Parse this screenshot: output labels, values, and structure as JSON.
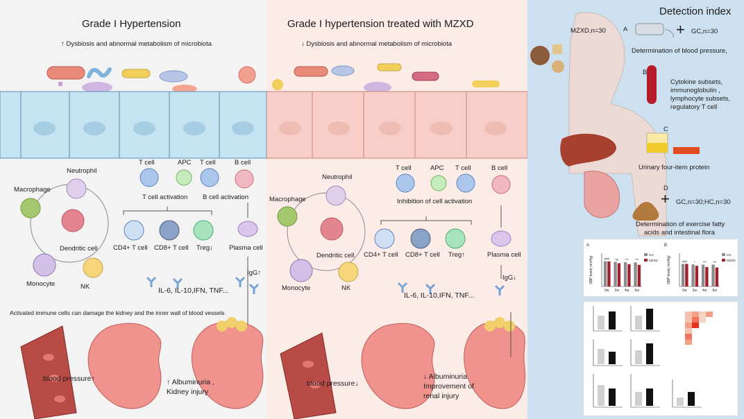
{
  "left": {
    "title": "Grade I Hypertension",
    "subtitle": "↑ Dysbiosis and abnormal metabolism of microbiota",
    "cells": {
      "neutrophil": "Neutrophil",
      "macrophage": "Macrophage",
      "dendritic": "Dendritic cell",
      "monocyte": "Monocyte",
      "nk": "NK",
      "t_cell_1": "T cell",
      "apc": "APC",
      "t_cell_2": "T cell",
      "b_cell": "B cell",
      "cd4": "CD4+ T cell",
      "cd8": "CD8+ T cell",
      "treg": "Treg↓",
      "plasma": "Plasma cell"
    },
    "t_activation": "T cell activation",
    "b_activation": "B cell activation",
    "igg": "IgG↑",
    "cytokines": "IL-6, IL-10,IFN, TNF...",
    "damage_note": "Activated immune cells can damage the kidney and the inner wall of blood vessels",
    "blood_pressure": "blood pressure↑",
    "albuminuria": "↑ Albuminuria ,",
    "kidney_injury": "Kidney injury"
  },
  "middle": {
    "title": "Grade I hypertension treated with MZXD",
    "subtitle": "↓ Dysbiosis and abnormal metabolism of microbiota",
    "cells": {
      "neutrophil": "Neutrophil",
      "macrophage": "Macrophage",
      "dendritic": "Dendritic cell",
      "monocyte": "Monocyte",
      "nk": "NK",
      "t_cell_1": "T cell",
      "apc": "APC",
      "t_cell_2": "T cell",
      "b_cell": "B cell",
      "cd4": "CD4+ T cell",
      "cd8": "CD8+ T cell",
      "treg": "Treg↑",
      "plasma": "Plasma cell"
    },
    "inhibition": "Inhibition of cell activation",
    "igg": "IgG↓",
    "cytokines": "IL-6, IL-10,IFN, TNF...",
    "blood_pressure": "blood pressure↓",
    "albuminuria": "↓ Albuminuria",
    "improvement_1": "Improvement of",
    "improvement_2": "renal injury"
  },
  "right": {
    "title": "Detection index",
    "mzxd_group": "MZXD,n=30",
    "a_letter": "A",
    "plus_a": "+",
    "gc_a": "GC,n=30",
    "a_text": "Determination of blood pressure,",
    "b_letter": "B",
    "b_lines": [
      "Cytokine subsets,",
      "immunoglobulin ,",
      "lymphocyte subsets,",
      "regulatory T cell"
    ],
    "c_letter": "C",
    "c_text": "Urinary four-item protein",
    "d_letter": "D",
    "plus_d": "+",
    "gc_d": "GC,n=30;HC,n=30",
    "d_lines": [
      "Determination of exercise fatty",
      "acids and intestinal flora"
    ]
  },
  "colors": {
    "left_bg": "#f3f3f4",
    "middle_bg": "#fbece8",
    "right_bg": "#cde0ef",
    "epithelium_left": "#c6e3f2",
    "epithelium_mid": "#f7cfc8",
    "bar_cg": "#8c8c8c",
    "bar_mzxd": "#a0222e"
  },
  "chart_data": [
    {
      "type": "bar",
      "panel_letter": "A",
      "ylabel": "SBP level( mmHg)",
      "categories": [
        "0w",
        "2w",
        "4w",
        "6w"
      ],
      "series": [
        {
          "name": "CG",
          "values": [
            152,
            148,
            146,
            145
          ]
        },
        {
          "name": "MZXD",
          "values": [
            151,
            140,
            134,
            130
          ]
        }
      ],
      "ylim": [
        0,
        200
      ],
      "significance": [
        "###",
        "ns",
        "***",
        "***"
      ]
    },
    {
      "type": "bar",
      "panel_letter": "B",
      "ylabel": "DBP level( mmHg)",
      "categories": [
        "0w",
        "2w",
        "4w",
        "6w"
      ],
      "series": [
        {
          "name": "CG",
          "values": [
            95,
            93,
            92,
            92
          ]
        },
        {
          "name": "MZXD",
          "values": [
            95,
            87,
            82,
            80
          ]
        }
      ],
      "ylim": [
        0,
        140
      ],
      "significance": [
        "###",
        "*",
        "***",
        "***"
      ]
    }
  ]
}
